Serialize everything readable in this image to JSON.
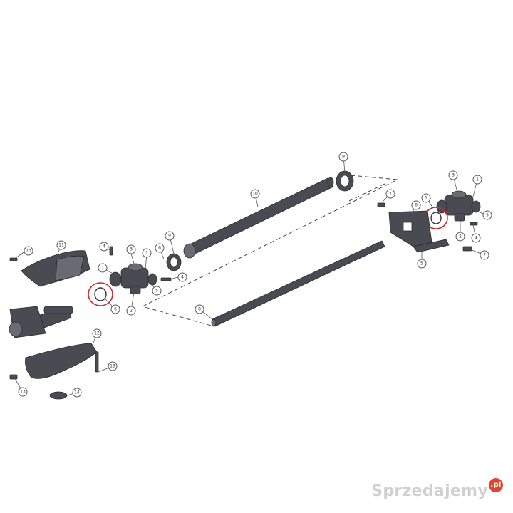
{
  "callouts": [
    "1",
    "2",
    "3",
    "4",
    "5",
    "6",
    "7",
    "8",
    "9",
    "10",
    "11",
    "12",
    "13",
    "14"
  ],
  "watermark": {
    "text": "Sprzedajemy",
    "suffix": ".pl"
  },
  "colors": {
    "part": "#4a4a52",
    "highlight": "#cc2b2b",
    "watermark": "#d0d0d0",
    "badge": "#e0452c"
  }
}
